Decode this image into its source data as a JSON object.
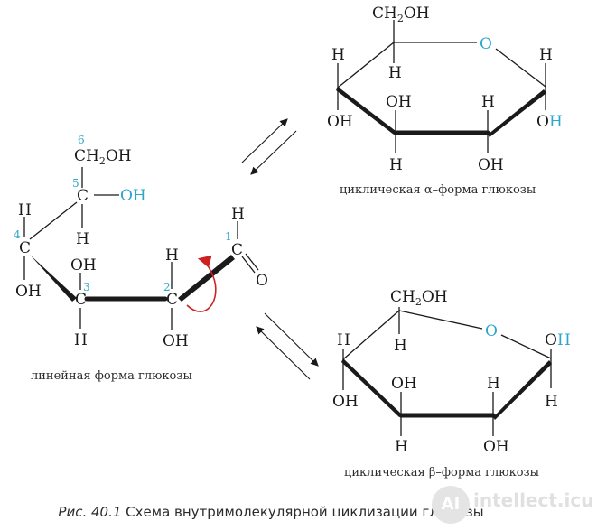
{
  "caption": {
    "fig": "Рис. 40.1",
    "text": "Схема внутримолекулярной циклизации глюкозы"
  },
  "linear": {
    "label": "линейная форма глюкозы",
    "numbers": [
      "1",
      "2",
      "3",
      "4",
      "5",
      "6"
    ],
    "c6": "CH",
    "c6_sub": "2",
    "c6_tail": "OH",
    "c": "C",
    "h": "H",
    "oh": "OH",
    "o": "O"
  },
  "alpha": {
    "label": "циклическая α–форма глюкозы",
    "ch2oh": "CH",
    "ch2oh_sub": "2",
    "ch2oh_tail": "OH",
    "o": "O",
    "h": "H",
    "oh": "OH",
    "oh_o": "O",
    "oh_h": "H"
  },
  "beta": {
    "label": "циклическая β–форма глюкозы",
    "ch2oh": "CH",
    "ch2oh_sub": "2",
    "ch2oh_tail": "OH",
    "o": "O",
    "h": "H",
    "oh": "OH",
    "oh_o": "O",
    "oh_h": "H"
  },
  "watermark": {
    "logo": "AI",
    "text": "intellect.icu"
  },
  "colors": {
    "accent": "#2aa7c9",
    "arrow": "#cc2222",
    "text": "#1a1a1a"
  }
}
